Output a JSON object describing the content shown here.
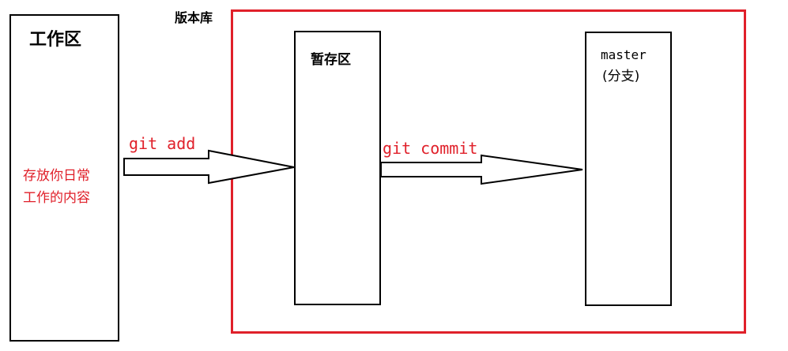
{
  "working_dir": {
    "title": "工作区",
    "desc_line1": "存放你日常",
    "desc_line2": "工作的内容"
  },
  "repository": {
    "title": "版本库"
  },
  "stage": {
    "title": "暂存区"
  },
  "master": {
    "title": "master",
    "subtitle": "(分支)"
  },
  "arrows": {
    "add_label": "git add",
    "commit_label": "git commit"
  },
  "colors": {
    "accent_red": "#e0202a",
    "border_black": "#000000"
  }
}
